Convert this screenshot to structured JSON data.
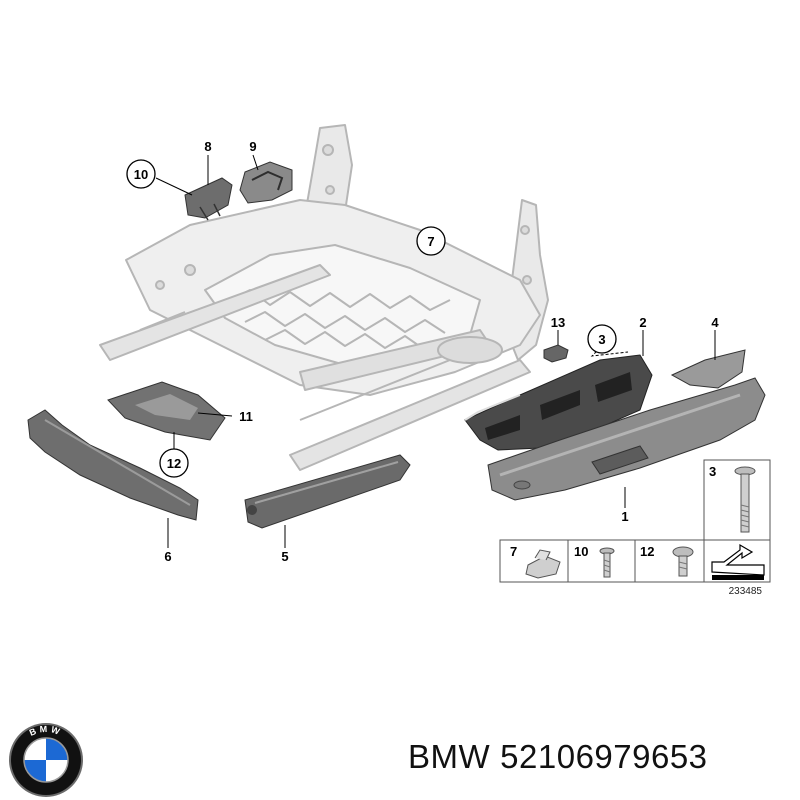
{
  "callouts": {
    "c1": "1",
    "c2": "2",
    "c3": "3",
    "c4": "4",
    "c5": "5",
    "c6": "6",
    "c7": "7",
    "c8": "8",
    "c9": "9",
    "c10": "10",
    "c11": "11",
    "c12": "12",
    "c13": "13"
  },
  "legend": {
    "top_label": "3",
    "items": [
      {
        "label": "7"
      },
      {
        "label": "10"
      },
      {
        "label": "12"
      }
    ]
  },
  "diagram_ref": "233485",
  "caption": {
    "brand": "BMW",
    "part_number": "52106979653"
  },
  "logo": {
    "icon": "bmw-roundel-icon",
    "letters": "BMW"
  },
  "colors": {
    "frame_stroke": "#b4b4b4",
    "part_fill": "#6f6f6f",
    "part_dark": "#3a3a3a",
    "cover_fill": "#8a8a8a",
    "bmw_blue": "#1c69d4",
    "bmw_black": "#111111"
  }
}
